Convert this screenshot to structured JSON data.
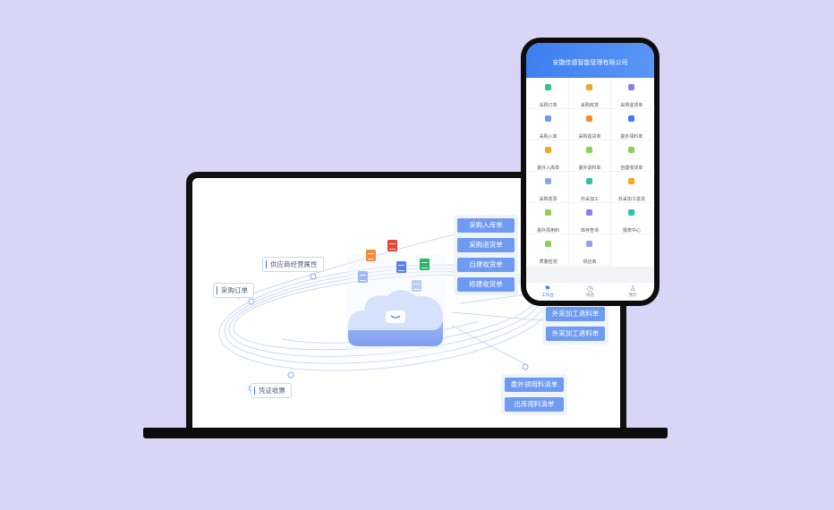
{
  "laptop": {
    "left_labels": [
      "供应商经营属性",
      "采购订单",
      "凭证收票"
    ],
    "right_top_buttons": [
      "采购入库单",
      "采购退货单",
      "自建收货单",
      "修建收货单"
    ],
    "right_mid_buttons": [
      "外采加工退料单",
      "外采加工退料单"
    ],
    "right_bottom_buttons": [
      "委外领用料清单",
      "出库用料清单"
    ]
  },
  "phone": {
    "title": "安徽佳德智能管理有限公司",
    "grid_items": [
      {
        "label": "采购订单",
        "icon": "doc-icon",
        "color": "#2ec48c"
      },
      {
        "label": "采购收货",
        "icon": "doc-icon",
        "color": "#f5a623"
      },
      {
        "label": "采购退货单",
        "icon": "doc-icon",
        "color": "#8e7cf0"
      },
      {
        "label": "采购入库",
        "icon": "doc-icon",
        "color": "#6e9af0"
      },
      {
        "label": "采购退货单",
        "icon": "doc-icon",
        "color": "#f58b23"
      },
      {
        "label": "委外领料单",
        "icon": "doc-icon",
        "color": "#3b7cf0"
      },
      {
        "label": "委外入库单",
        "icon": "doc-icon",
        "color": "#f5a623"
      },
      {
        "label": "委外退料单",
        "icon": "doc-icon",
        "color": "#8ad05a"
      },
      {
        "label": "自建收货单",
        "icon": "doc-icon",
        "color": "#8ad05a"
      },
      {
        "label": "采购发票",
        "icon": "doc-icon",
        "color": "#8aa6f0"
      },
      {
        "label": "外采加工",
        "icon": "doc-icon",
        "color": "#2ec4a0"
      },
      {
        "label": "外采加工退货",
        "icon": "doc-icon",
        "color": "#f5a623"
      },
      {
        "label": "委外领用料",
        "icon": "doc-icon",
        "color": "#8ad05a"
      },
      {
        "label": "库存查询",
        "icon": "doc-icon",
        "color": "#8e7cf0"
      },
      {
        "label": "报表中心",
        "icon": "doc-icon",
        "color": "#2ec4a0"
      },
      {
        "label": "质量检测",
        "icon": "doc-icon",
        "color": "#8ad05a"
      },
      {
        "label": "供应商",
        "icon": "doc-icon",
        "color": "#8aa6f0"
      }
    ],
    "tabs": [
      {
        "label": "工作台",
        "icon": "workbench-icon",
        "glyph": "⚑",
        "active": true
      },
      {
        "label": "消息",
        "icon": "clock-icon",
        "glyph": "◷",
        "active": false
      },
      {
        "label": "我的",
        "icon": "user-icon",
        "glyph": "♙",
        "active": false
      }
    ]
  }
}
